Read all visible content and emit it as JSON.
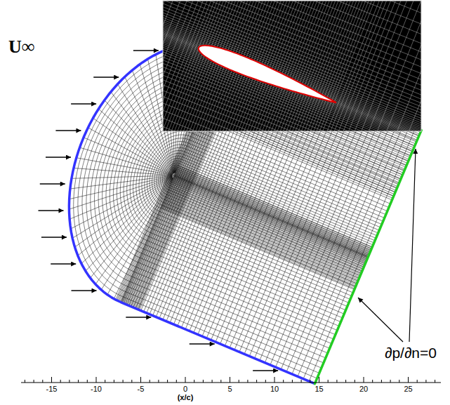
{
  "diagram": {
    "labels": [
      "U∞",
      "∂p/∂n=0",
      "-15",
      "-10",
      "-5",
      "0",
      "5",
      "10",
      "15",
      "20",
      "25",
      "(x/c)"
    ]
  }
}
